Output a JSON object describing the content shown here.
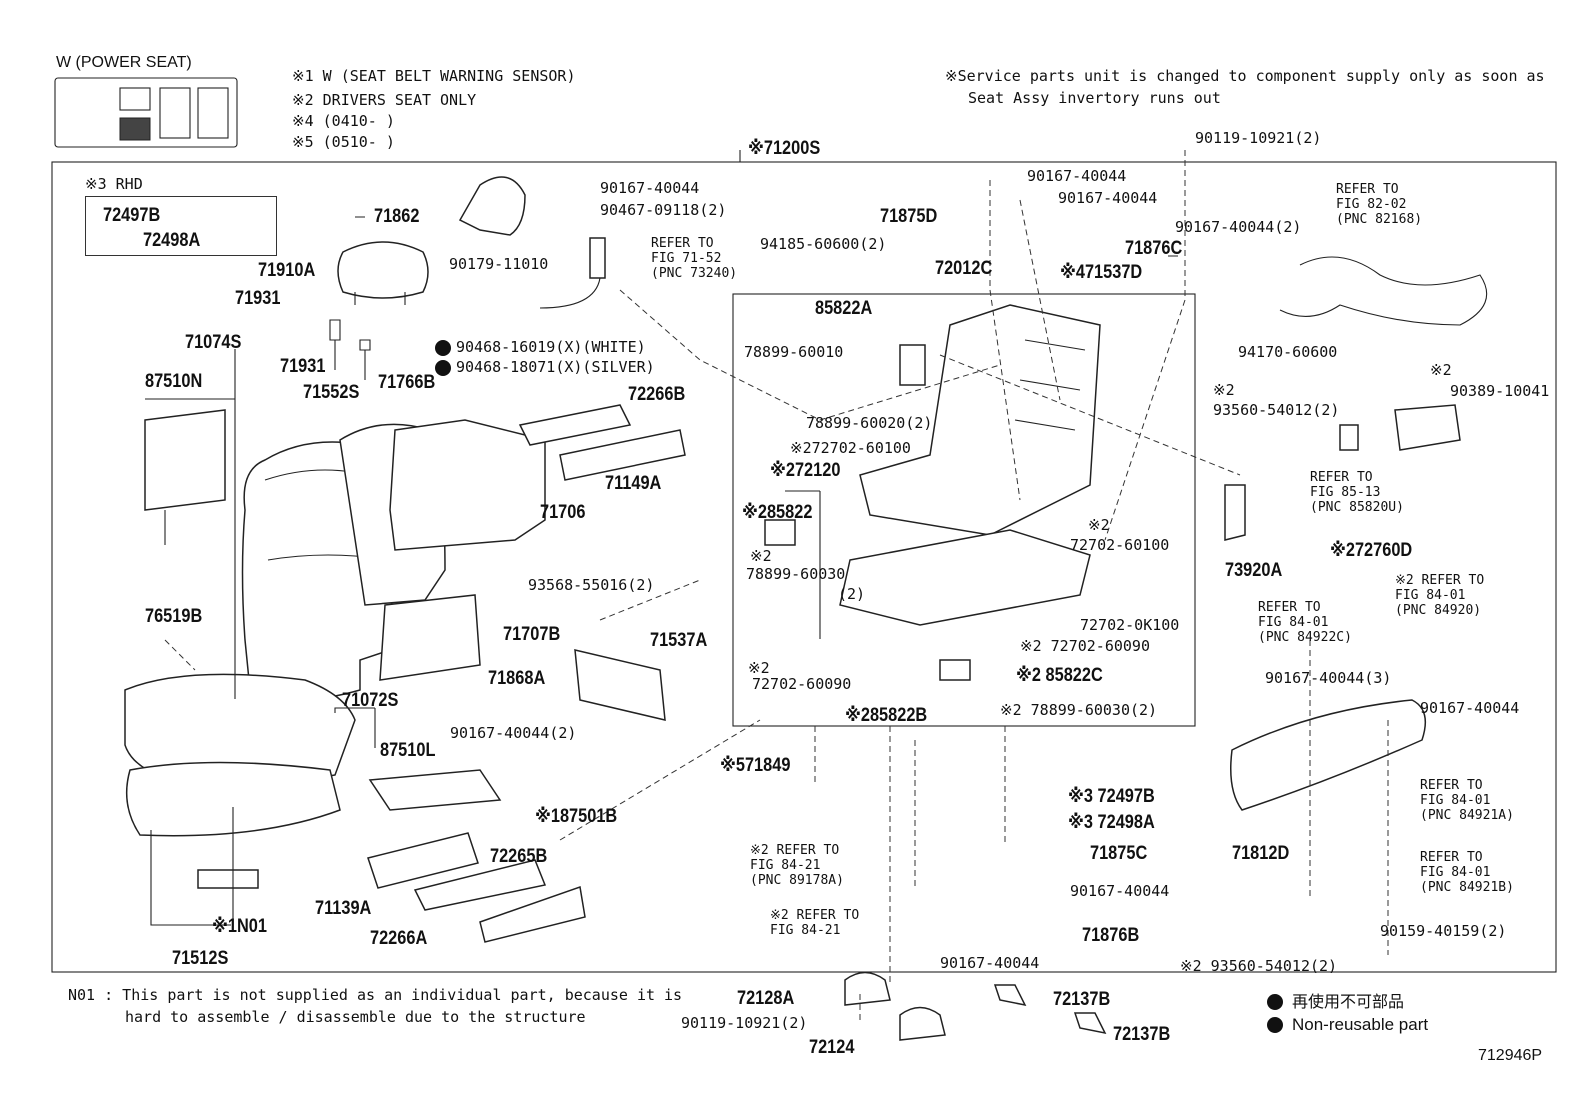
{
  "header": {
    "variant": "W (POWER SEAT)",
    "notes": [
      "※1 W (SEAT BELT WARNING SENSOR)",
      "※2 DRIVERS SEAT ONLY",
      "※4 (0410-      )",
      "※5 (0510-      )"
    ],
    "service_note": [
      "※Service parts unit is changed to component supply only as soon as",
      "Seat Assy invertory runs out"
    ],
    "assembly_number": "※71200S"
  },
  "rhd_box": {
    "title": "※3 RHD",
    "parts": [
      "72497B",
      "72498A"
    ]
  },
  "callouts": [
    {
      "id": "c1",
      "text": "90119-10921(2)"
    },
    {
      "id": "c2",
      "text": "90167-40044"
    },
    {
      "id": "c3",
      "text": "90467-09118(2)"
    },
    {
      "id": "c4",
      "text": "71862"
    },
    {
      "id": "c5",
      "text": "90167-40044"
    },
    {
      "id": "c6",
      "text": "90167-40044"
    },
    {
      "id": "c7",
      "text": "71875D"
    },
    {
      "id": "c8",
      "text": "90167-40044(2)"
    },
    {
      "id": "c9",
      "text": "94185-60600(2)"
    },
    {
      "id": "c10",
      "text": "71876C"
    },
    {
      "id": "c11",
      "text": "71910A"
    },
    {
      "id": "c12",
      "text": "90179-11010"
    },
    {
      "id": "c13",
      "text": "72012C"
    },
    {
      "id": "c14",
      "text": "※471537D"
    },
    {
      "id": "c15",
      "text": "71931"
    },
    {
      "id": "c16",
      "text": "71931"
    },
    {
      "id": "c17",
      "text": "90468-16019(X)(WHITE)"
    },
    {
      "id": "c18",
      "text": "90468-18071(X)(SILVER)"
    },
    {
      "id": "c19",
      "text": "85822A"
    },
    {
      "id": "c20",
      "text": "78899-60010"
    },
    {
      "id": "c21",
      "text": "94170-60600"
    },
    {
      "id": "c22",
      "text": "71074S"
    },
    {
      "id": "c23",
      "text": "87510N"
    },
    {
      "id": "c24",
      "text": "71552S"
    },
    {
      "id": "c25",
      "text": "71766B"
    },
    {
      "id": "c26",
      "text": "72266B"
    },
    {
      "id": "c27",
      "text": "78899-60020(2)"
    },
    {
      "id": "c28",
      "text": "※272702-60100"
    },
    {
      "id": "c29",
      "text": "※272120"
    },
    {
      "id": "c30",
      "text": "71149A"
    },
    {
      "id": "c31",
      "text": "※285822"
    },
    {
      "id": "c32",
      "text": "71706"
    },
    {
      "id": "c33",
      "text": "※2"
    },
    {
      "id": "c34",
      "text": "72702-60100"
    },
    {
      "id": "c35",
      "text": "※2"
    },
    {
      "id": "c36",
      "text": "78899-60030"
    },
    {
      "id": "c37",
      "text": "(2)"
    },
    {
      "id": "c38",
      "text": "93568-55016(2)"
    },
    {
      "id": "c39",
      "text": "76519B"
    },
    {
      "id": "c40",
      "text": "71537A"
    },
    {
      "id": "c41",
      "text": "71707B"
    },
    {
      "id": "c42",
      "text": "72702-0K100"
    },
    {
      "id": "c43",
      "text": "※2 72702-60090"
    },
    {
      "id": "c44",
      "text": "※2"
    },
    {
      "id": "c45",
      "text": "72702-60090"
    },
    {
      "id": "c46",
      "text": "71868A"
    },
    {
      "id": "c47",
      "text": "※2 85822C"
    },
    {
      "id": "c48",
      "text": "71072S"
    },
    {
      "id": "c49",
      "text": "※285822B"
    },
    {
      "id": "c50",
      "text": "※2 78899-60030(2)"
    },
    {
      "id": "c51",
      "text": "90167-40044(2)"
    },
    {
      "id": "c52",
      "text": "87510L"
    },
    {
      "id": "c53",
      "text": "※571849"
    },
    {
      "id": "c54",
      "text": "※187501B"
    },
    {
      "id": "c55",
      "text": "※3 72497B"
    },
    {
      "id": "c56",
      "text": "※3 72498A"
    },
    {
      "id": "c57",
      "text": "72265B"
    },
    {
      "id": "c58",
      "text": "71875C"
    },
    {
      "id": "c59",
      "text": "71812D"
    },
    {
      "id": "c60",
      "text": "90167-40044"
    },
    {
      "id": "c61",
      "text": "71139A"
    },
    {
      "id": "c62",
      "text": "※1N01"
    },
    {
      "id": "c63",
      "text": "72266A"
    },
    {
      "id": "c64",
      "text": "71876B"
    },
    {
      "id": "c65",
      "text": "90167-40044"
    },
    {
      "id": "c66",
      "text": "71512S"
    },
    {
      "id": "c67",
      "text": "90167-40044(3)"
    },
    {
      "id": "c68",
      "text": "90167-40044"
    },
    {
      "id": "c69",
      "text": "※2"
    },
    {
      "id": "c70",
      "text": "90389-10041"
    },
    {
      "id": "c71",
      "text": "※2"
    },
    {
      "id": "c72",
      "text": "93560-54012(2)"
    },
    {
      "id": "c73",
      "text": "73920A"
    },
    {
      "id": "c74",
      "text": "※272760D"
    },
    {
      "id": "c75",
      "text": "90159-40159(2)"
    },
    {
      "id": "c76",
      "text": "※2 93560-54012(2)"
    },
    {
      "id": "c77",
      "text": "72128A"
    },
    {
      "id": "c78",
      "text": "90119-10921(2)"
    },
    {
      "id": "c79",
      "text": "72124"
    },
    {
      "id": "c80",
      "text": "72137B"
    },
    {
      "id": "c81",
      "text": "72137B"
    }
  ],
  "references": [
    {
      "id": "r1",
      "lines": [
        "REFER TO",
        "FIG 71-52",
        "(PNC 73240)"
      ]
    },
    {
      "id": "r2",
      "lines": [
        "REFER TO",
        "FIG 82-02",
        "(PNC 82168)"
      ]
    },
    {
      "id": "r3",
      "lines": [
        "REFER TO",
        "FIG 85-13",
        "(PNC 85820U)"
      ]
    },
    {
      "id": "r4",
      "lines": [
        "REFER TO",
        "FIG 84-01",
        "(PNC 84922C)"
      ]
    },
    {
      "id": "r5",
      "lines": [
        "※2 REFER TO",
        "FIG 84-01",
        "(PNC 84920)"
      ]
    },
    {
      "id": "r6",
      "lines": [
        "REFER TO",
        "FIG 84-01",
        "(PNC 84921A)"
      ]
    },
    {
      "id": "r7",
      "lines": [
        "REFER TO",
        "FIG 84-01",
        "(PNC 84921B)"
      ]
    },
    {
      "id": "r8",
      "lines": [
        "※2 REFER TO",
        "FIG 84-21",
        "(PNC 89178A)"
      ]
    },
    {
      "id": "r9",
      "lines": [
        "※2 REFER TO",
        "FIG 84-21"
      ]
    }
  ],
  "footnote": [
    "N01 : This part is not supplied as an individual part, because it is",
    "hard to assemble / disassemble due to the structure"
  ],
  "legend": [
    "再使用不可部品",
    "Non-reusable part"
  ],
  "figure_id": "712946P"
}
